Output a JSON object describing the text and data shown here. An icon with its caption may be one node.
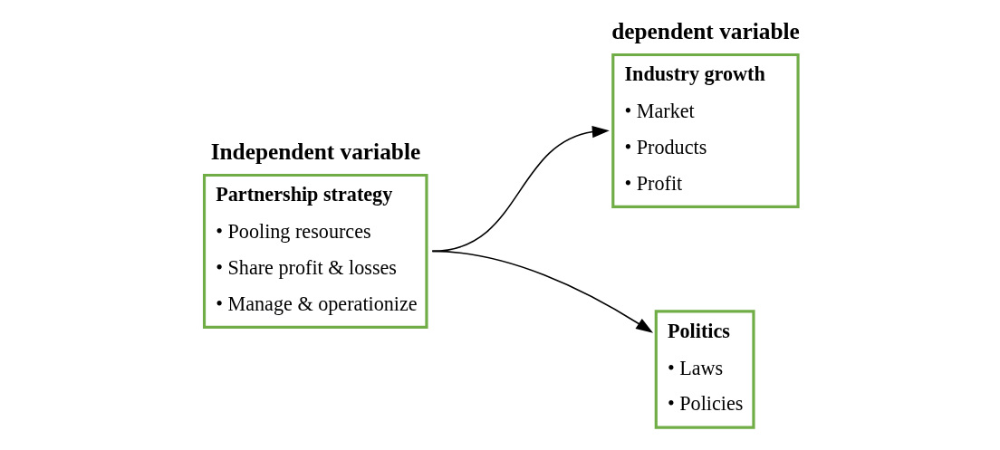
{
  "diagram": {
    "nodes": [
      {
        "text": [
          "Independent variable",
          "Partnership strategy",
          "• Pooling resources",
          "• Share profit & losses",
          "• Manage & operationize"
        ]
      },
      {
        "text": [
          "dependent variable",
          "Industry growth",
          "• Market",
          "• Products",
          "• Profit"
        ]
      },
      {
        "text": [
          "Politics",
          "• Laws",
          "• Policies"
        ]
      }
    ],
    "edges": [
      {
        "from": 0,
        "to": 1,
        "arrow": "to"
      },
      {
        "from": 0,
        "to": 2,
        "arrow": "to"
      }
    ]
  }
}
